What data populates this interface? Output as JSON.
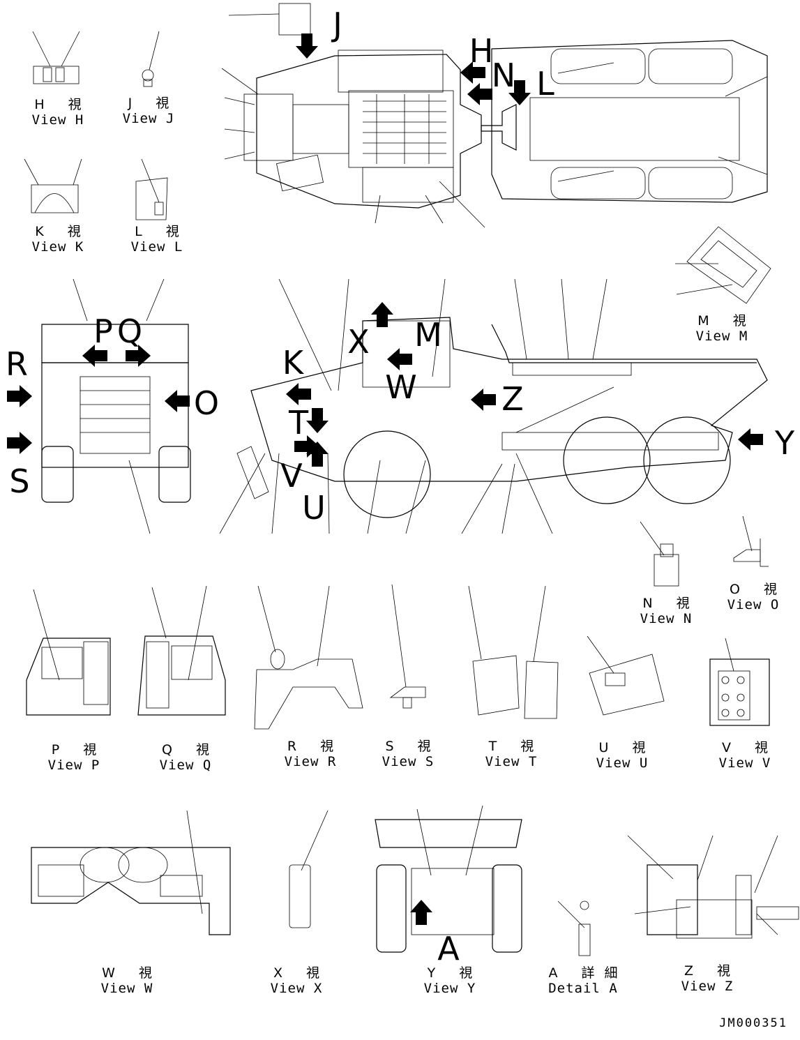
{
  "drawing_number": "JM000351",
  "callout_letters": [
    "H",
    "J",
    "N",
    "L",
    "K",
    "P",
    "Q",
    "R",
    "S",
    "O",
    "M",
    "X",
    "W",
    "Z",
    "Y",
    "T",
    "V",
    "U",
    "A"
  ],
  "captions": [
    {
      "id": "H",
      "jp": "H 視",
      "en": "View H"
    },
    {
      "id": "J",
      "jp": "J 視",
      "en": "View J"
    },
    {
      "id": "K",
      "jp": "K 視",
      "en": "View K"
    },
    {
      "id": "L",
      "jp": "L 視",
      "en": "View L"
    },
    {
      "id": "M",
      "jp": "M 視",
      "en": "View M"
    },
    {
      "id": "N",
      "jp": "N 視",
      "en": "View N"
    },
    {
      "id": "O",
      "jp": "O 視",
      "en": "View O"
    },
    {
      "id": "P",
      "jp": "P 視",
      "en": "View P"
    },
    {
      "id": "Q",
      "jp": "Q 視",
      "en": "View Q"
    },
    {
      "id": "R",
      "jp": "R 視",
      "en": "View R"
    },
    {
      "id": "S",
      "jp": "S 視",
      "en": "View S"
    },
    {
      "id": "T",
      "jp": "T 視",
      "en": "View T"
    },
    {
      "id": "U",
      "jp": "U 視",
      "en": "View U"
    },
    {
      "id": "V",
      "jp": "V 視",
      "en": "View V"
    },
    {
      "id": "W",
      "jp": "W 視",
      "en": "View W"
    },
    {
      "id": "X",
      "jp": "X 視",
      "en": "View X"
    },
    {
      "id": "Y",
      "jp": "Y 視",
      "en": "View Y"
    },
    {
      "id": "A",
      "jp": "A 詳細",
      "en": "Detail A"
    },
    {
      "id": "Z",
      "jp": "Z 視",
      "en": "View Z"
    }
  ]
}
